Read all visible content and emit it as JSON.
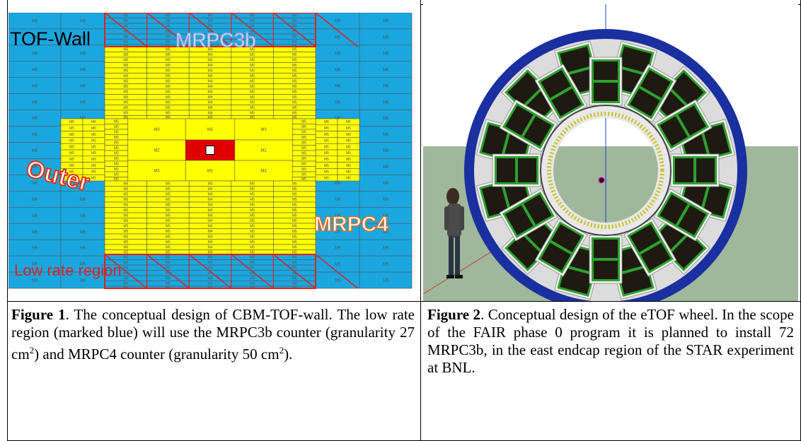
{
  "figure1": {
    "wall_label": "TOF-Wall",
    "mrpc3b_label": "MRPC3b",
    "outer_label": "Outer",
    "mrpc4_label": "MRPC4",
    "low_rate_label": "Low rate region",
    "cell_labels": {
      "m1": "M1",
      "m2": "M2",
      "m3": "M3",
      "m4": "M4",
      "m5": "M5",
      "m6": "M6"
    },
    "colors": {
      "outer_blue": "#1aa7e0",
      "inner_yellow": "#ffff00",
      "center_red": "#e00000",
      "hatch_red": "#e02020"
    }
  },
  "figure2": {
    "colors": {
      "sky": "#ffffff",
      "ground": "#9fb79a",
      "ring_blue": "#1a2fa0",
      "module_green": "#2ea12e",
      "module_dark": "#1e1a12"
    }
  },
  "caption1": {
    "label": "Figure 1",
    "text_a": ". The conceptual design of CBM-TOF-wall. The low rate region (marked blue) will use the MRPC3b counter (granularity 27 cm",
    "sup_a": "2",
    "text_b": ") and MRPC4 counter (granularity 50 cm",
    "sup_b": "2",
    "text_c": ")."
  },
  "caption2": {
    "label": "Figure 2",
    "text": ". Conceptual design of the eTOF wheel.   In the scope of the FAIR phase 0 program it is planned to install 72 MRPC3b, in the east endcap region of the STAR experiment at BNL."
  }
}
